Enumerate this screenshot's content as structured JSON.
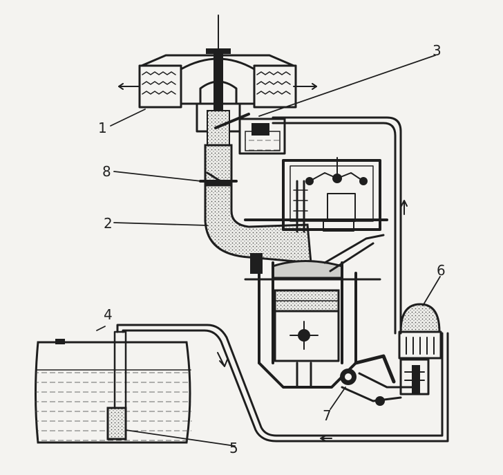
{
  "labels": {
    "l1": "1",
    "l2": "2",
    "l3": "3",
    "l4": "4",
    "l5": "5",
    "l6": "6",
    "l7": "7",
    "l8": "8"
  },
  "colors": {
    "ink": "#1e1e1e",
    "paper": "#f4f3f0",
    "stipple": "#6a6a6a"
  }
}
